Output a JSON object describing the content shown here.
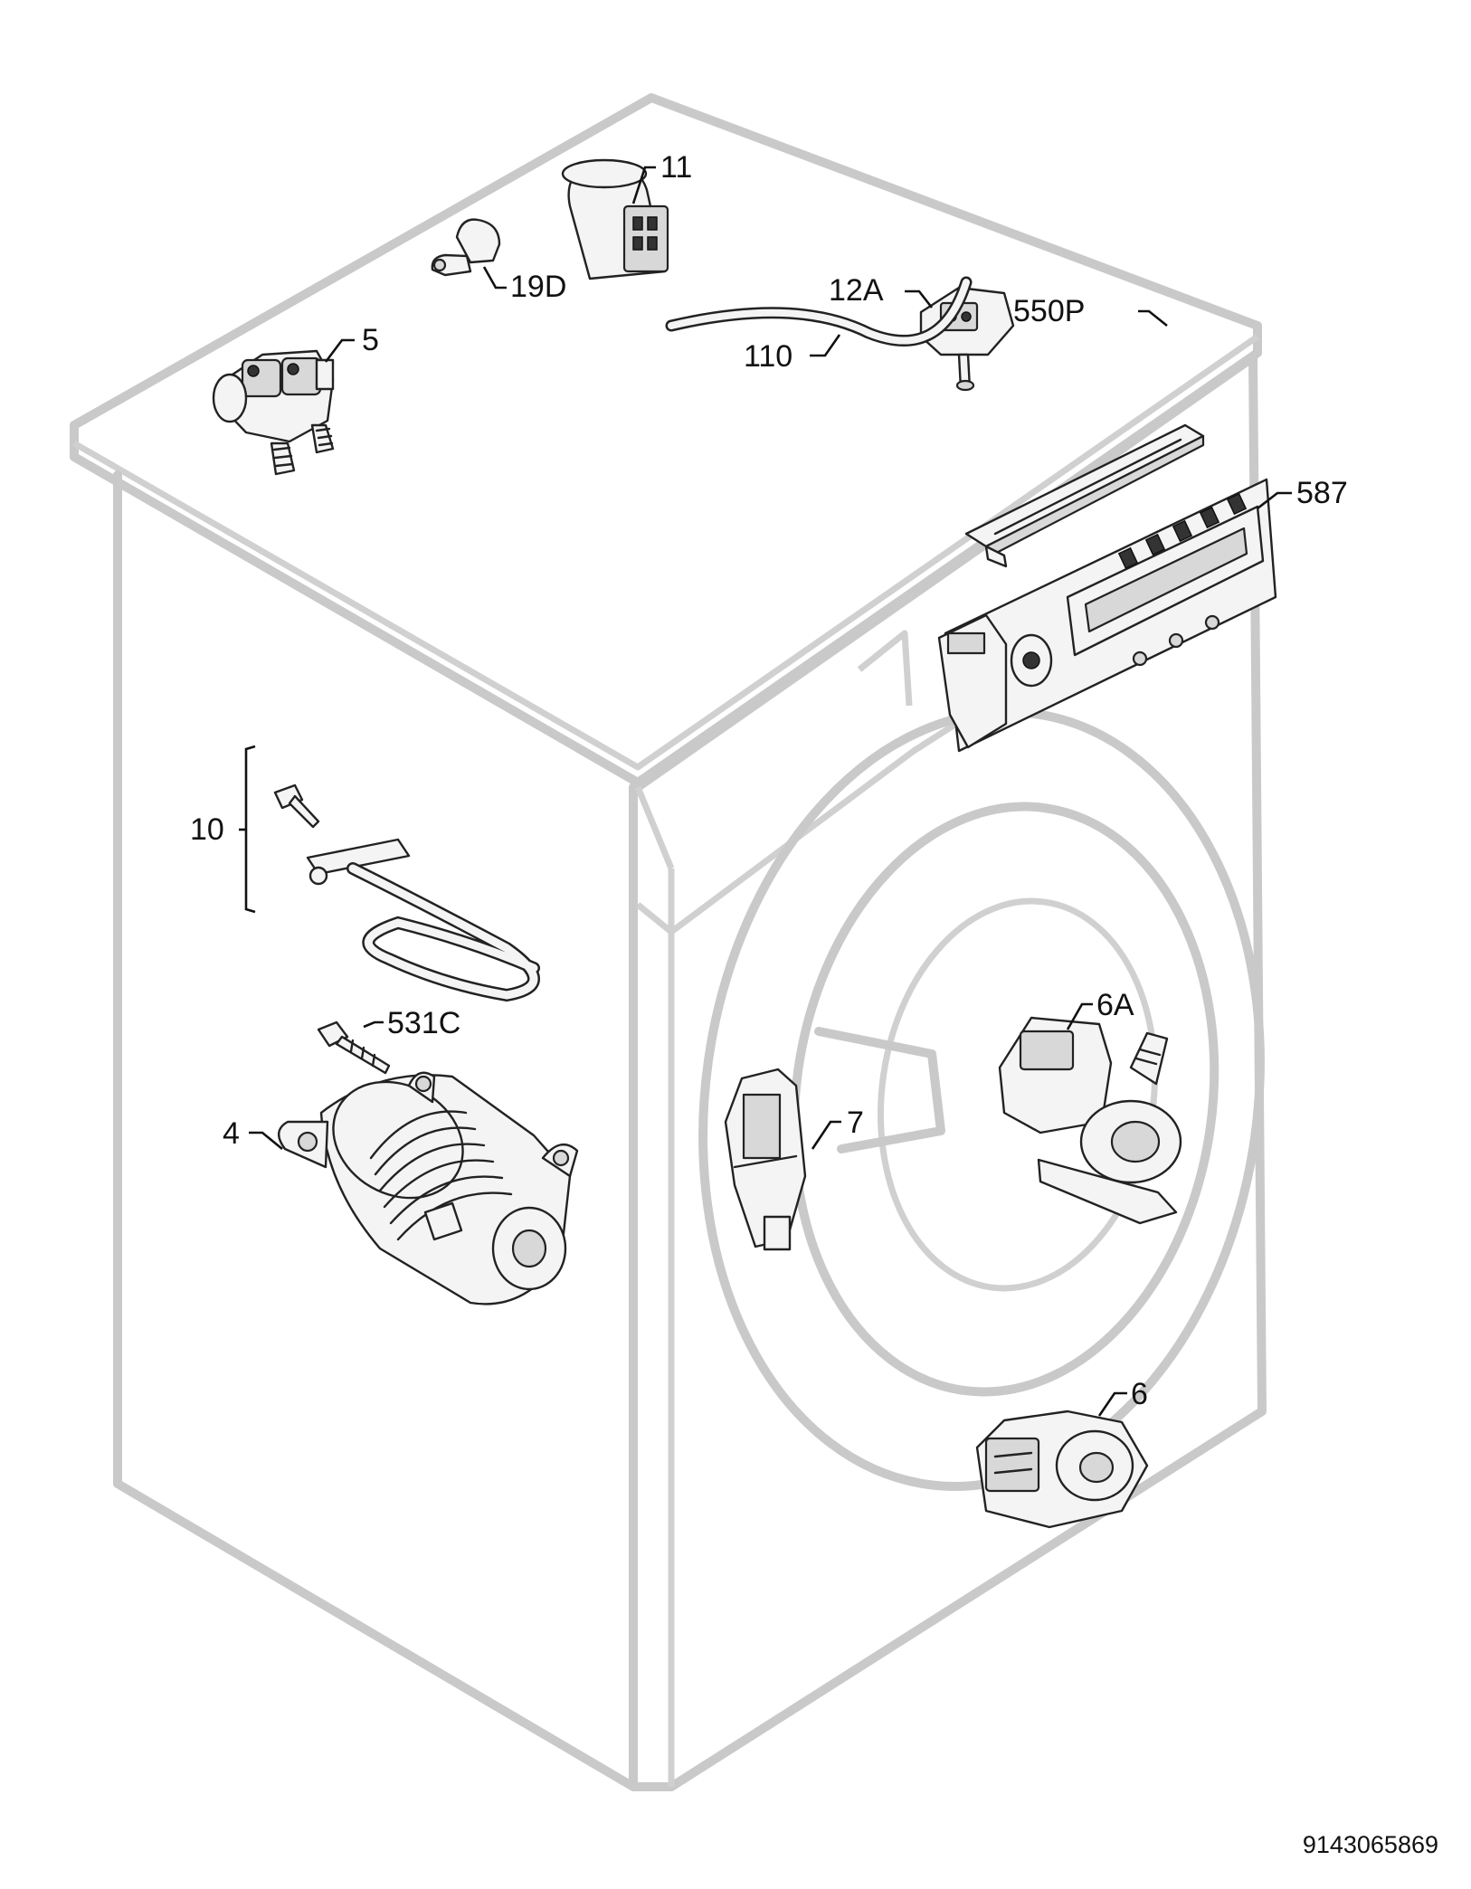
{
  "labels": {
    "p11": "11",
    "p19D": "19D",
    "p5": "5",
    "p12A": "12A",
    "p110": "110",
    "p550P": "550P",
    "p587": "587",
    "p10": "10",
    "p531C": "531C",
    "p4": "4",
    "p6A": "6A",
    "p7": "7",
    "p6": "6"
  },
  "reference_number": "9143065869"
}
